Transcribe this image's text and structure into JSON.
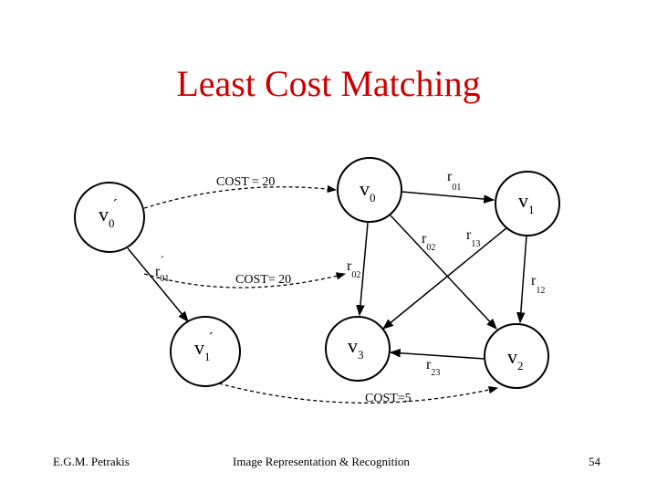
{
  "title": "Least Cost Matching",
  "diagram": {
    "left_nodes": {
      "v0p": {
        "main": "v",
        "sub": "0",
        "mark": "´"
      },
      "v1p": {
        "main": "v",
        "sub": "1",
        "mark": "´"
      }
    },
    "right_nodes": {
      "v0": {
        "main": "v",
        "sub": "0"
      },
      "v1": {
        "main": "v",
        "sub": "1"
      },
      "v2": {
        "main": "v",
        "sub": "2"
      },
      "v3": {
        "main": "v",
        "sub": "3"
      }
    },
    "edge_labels": {
      "r01p": {
        "main": "r",
        "sub": "01",
        "mark": "´"
      },
      "r01": {
        "main": "r",
        "sub": "01"
      },
      "r02": {
        "main": "r",
        "sub": "02"
      },
      "r02b": {
        "main": "r",
        "sub": "02"
      },
      "r13": {
        "main": "r",
        "sub": "13"
      },
      "r12": {
        "main": "r",
        "sub": "12"
      },
      "r23": {
        "main": "r",
        "sub": "23"
      }
    },
    "costs": {
      "c1": "COST = 20",
      "c2": "COST= 20",
      "c3": "COST=5"
    }
  },
  "footer": {
    "author": "E.G.M. Petrakis",
    "course": "Image Representation & Recognition",
    "page": "54"
  }
}
